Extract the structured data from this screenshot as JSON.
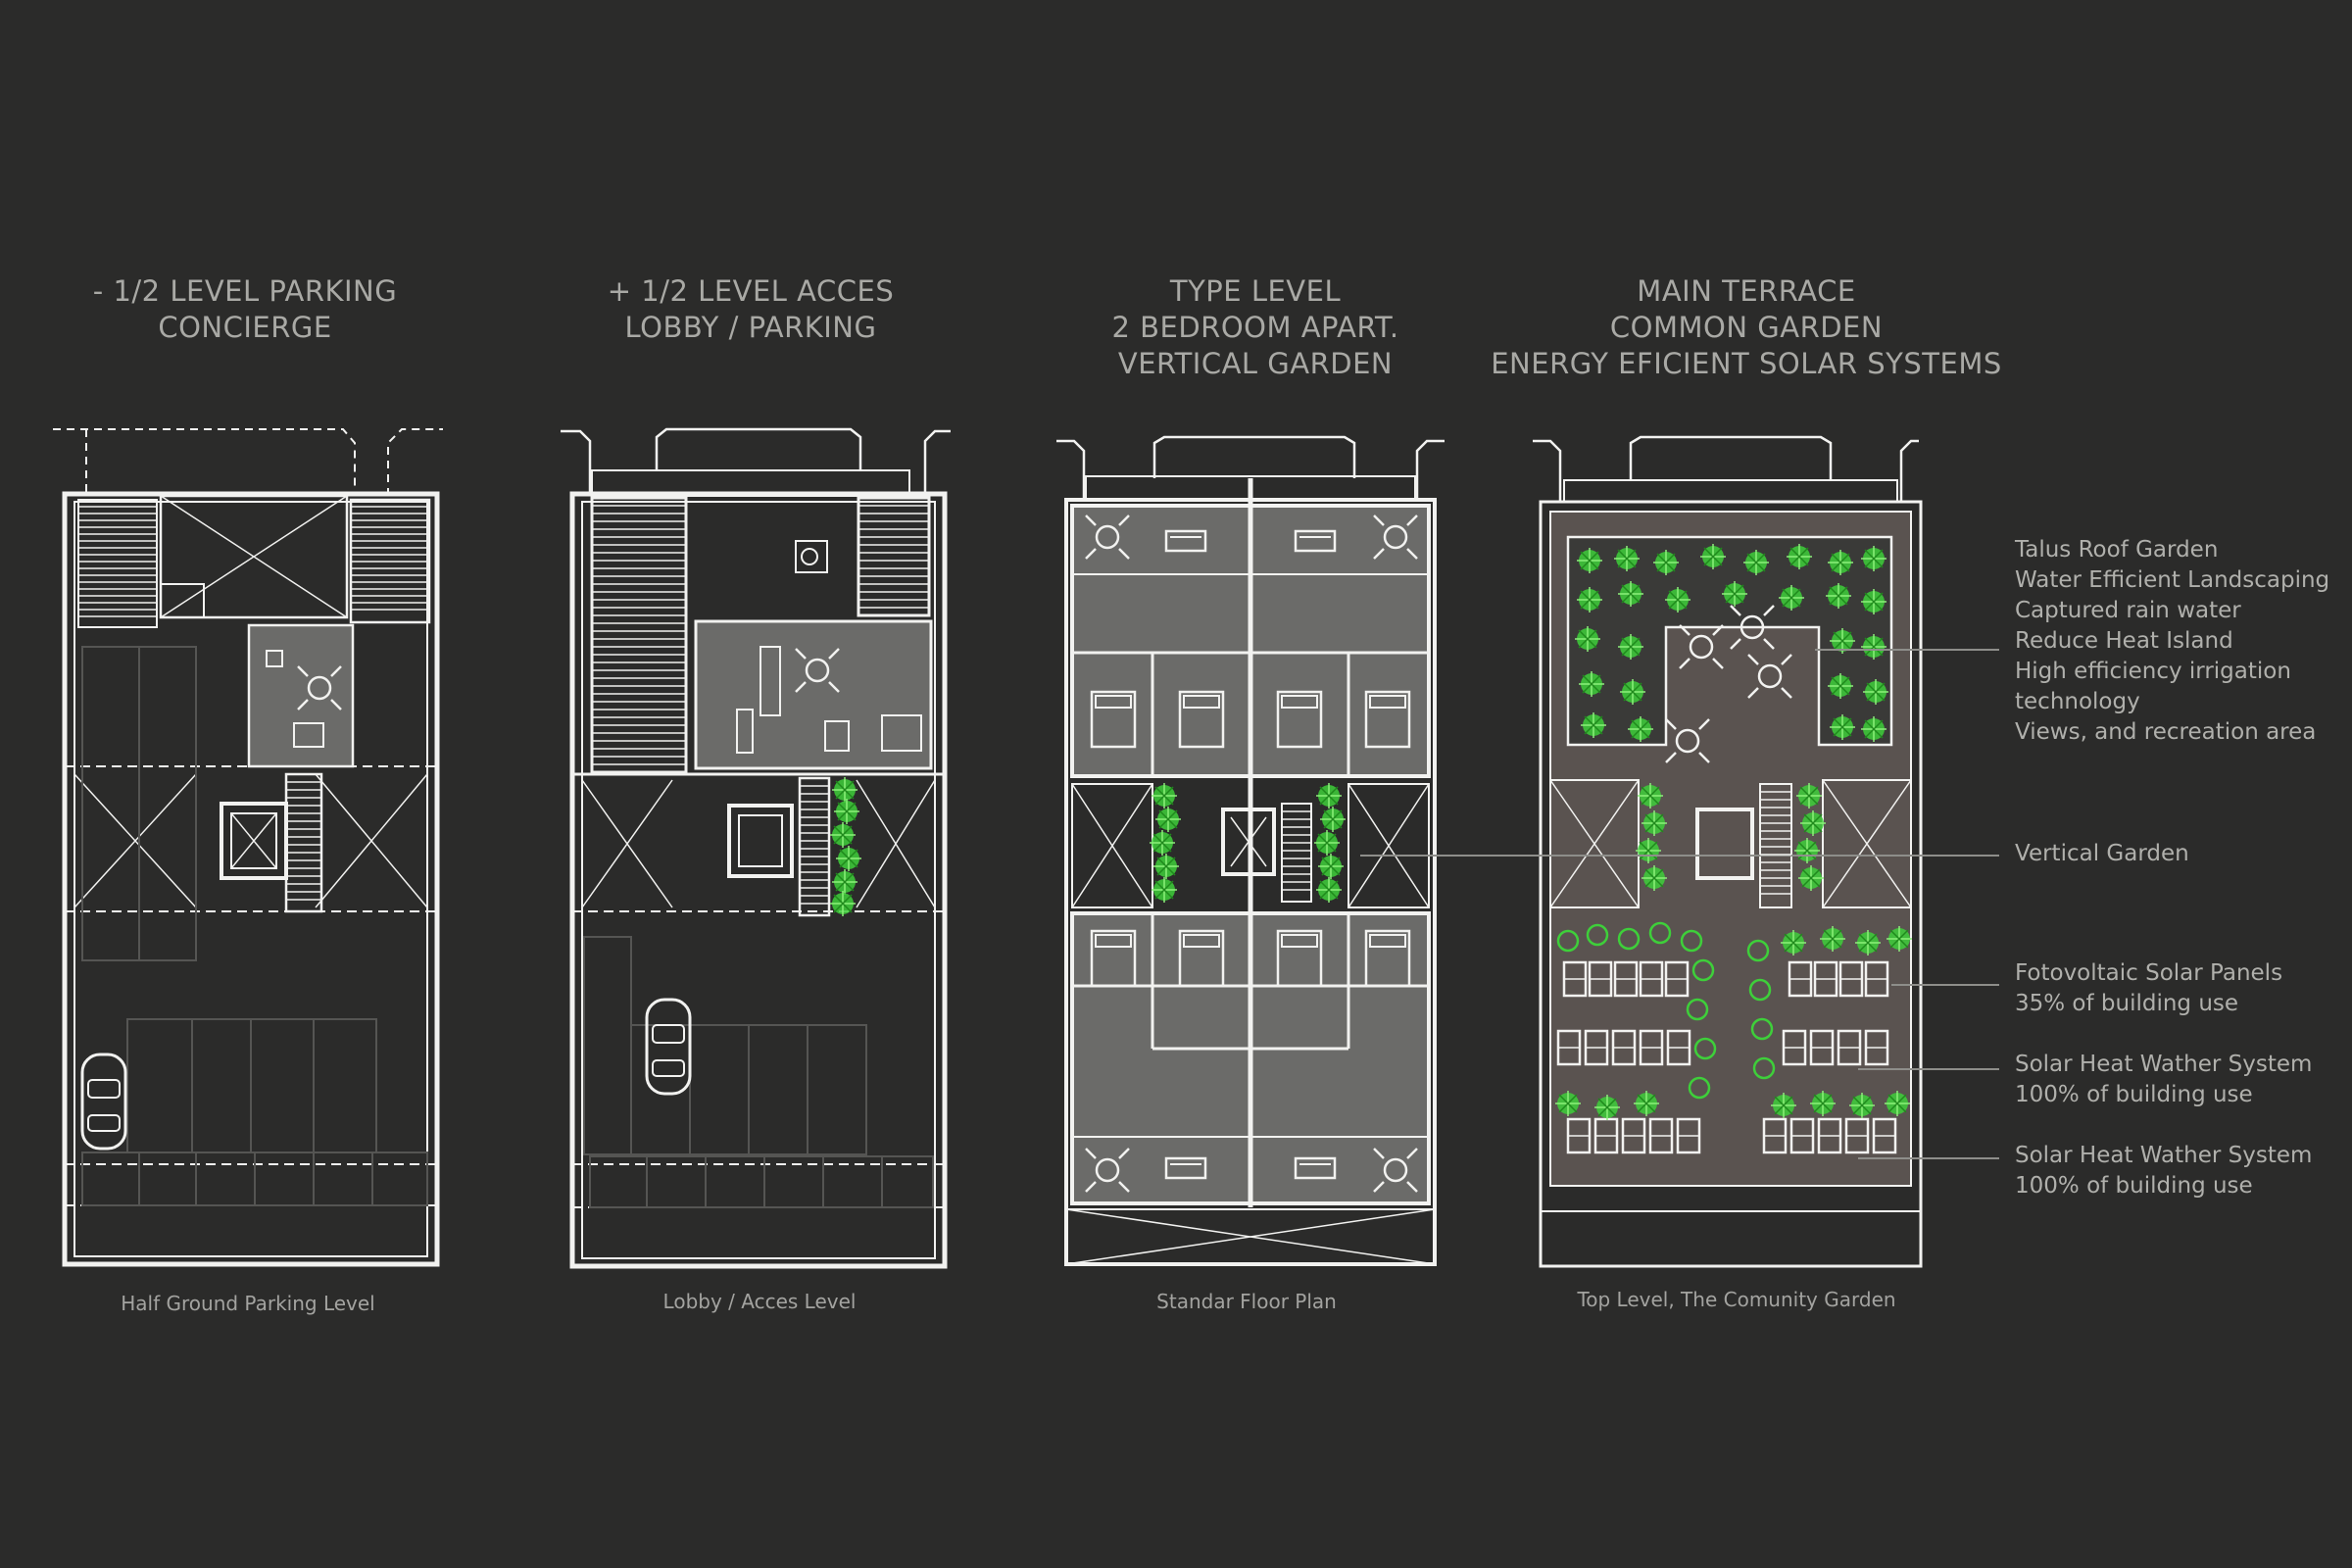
{
  "plans": [
    {
      "title_lines": [
        "- 1/2 LEVEL PARKING",
        "CONCIERGE"
      ],
      "caption": "Half Ground Parking Level"
    },
    {
      "title_lines": [
        "+ 1/2 LEVEL ACCES",
        "LOBBY / PARKING"
      ],
      "caption": "Lobby / Acces Level"
    },
    {
      "title_lines": [
        "TYPE LEVEL",
        "2 BEDROOM APART.",
        "VERTICAL GARDEN"
      ],
      "caption": "Standar Floor Plan"
    },
    {
      "title_lines": [
        "MAIN TERRACE",
        "COMMON GARDEN",
        "ENERGY EFICIENT SOLAR SYSTEMS"
      ],
      "caption": "Top Level, The Comunity Garden"
    }
  ],
  "legend": [
    {
      "lines": [
        "Talus Roof Garden",
        "Water Efficient Landscaping",
        "Captured rain water",
        "Reduce Heat Island",
        "High efficiency irrigation",
        "technology",
        "Views, and recreation area"
      ]
    },
    {
      "lines": [
        "Vertical Garden"
      ]
    },
    {
      "lines": [
        "Fotovoltaic Solar Panels",
        "35% of building use"
      ]
    },
    {
      "lines": [
        "Solar Heat Wather System",
        "100% of building use"
      ]
    },
    {
      "lines": [
        "Solar Heat Wather System",
        "100% of building use"
      ]
    }
  ],
  "colors": {
    "background": "#2b2b2a",
    "line": "#f2f2f0",
    "room_fill": "#6b6b69",
    "garden_green": "#3ecf3a",
    "terrace_fill": "#5a5350",
    "text": "#a9a9a5"
  }
}
